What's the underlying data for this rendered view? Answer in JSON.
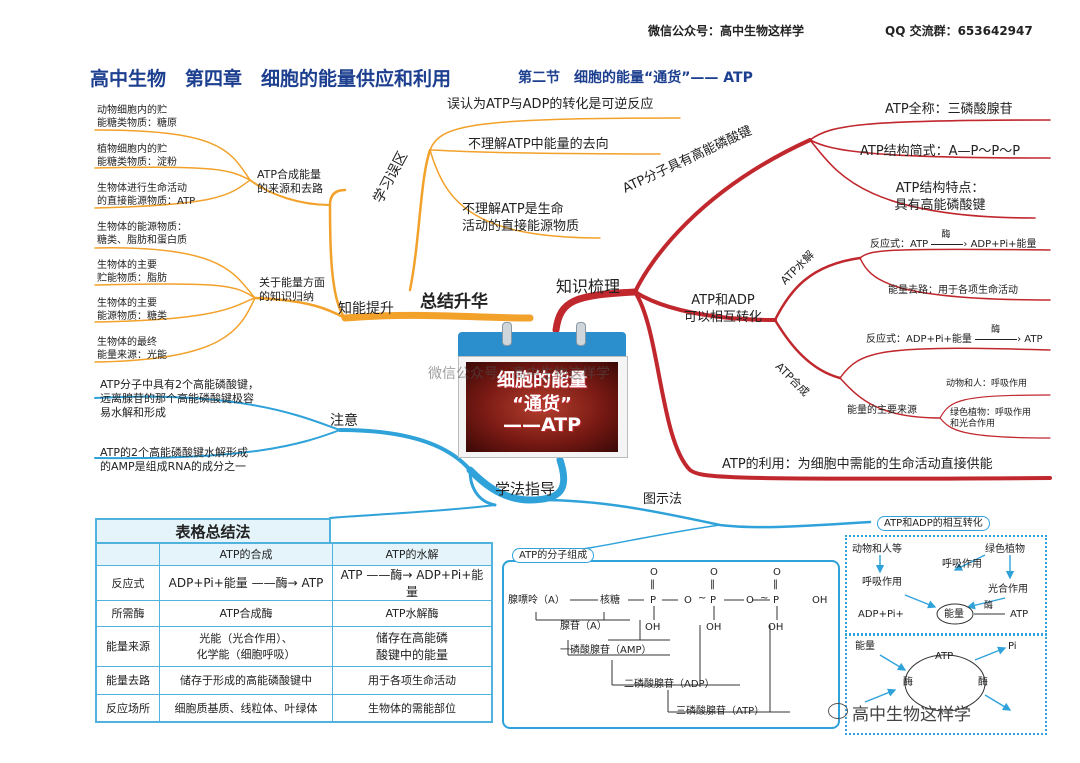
{
  "header": {
    "wechat": "微信公众号：高中生物这样学",
    "qq": "QQ 交流群：653642947",
    "title_main": "高中生物　第四章　细胞的能量供应和利用",
    "title_section": "第二节　细胞的能量“通货”—— ATP"
  },
  "center": {
    "line1": "细胞的能量",
    "line2": "“通货”",
    "line3": "——ATP",
    "watermark": "微信公众号：高中生物这样学"
  },
  "branches": {
    "summary": "总结升华",
    "knowledge": "知识梳理",
    "method": "学法指导",
    "ability": "知能提升",
    "mistakes": "学习误区",
    "notice": "注意",
    "diagram": "图示法"
  },
  "mistakes": [
    "误认为ATP与ADP的转化是可逆反应",
    "不理解ATP中能量的去向",
    "不理解ATP是生命",
    "活动的直接能源物质"
  ],
  "ability": {
    "sub1": [
      "ATP合成能量",
      "的来源和去路"
    ],
    "sub2": [
      "关于能量方面",
      "的知识归纳"
    ],
    "leaves": [
      [
        "动物细胞内的贮",
        "能糖类物质：糖原"
      ],
      [
        "植物细胞内的贮",
        "能糖类物质：淀粉"
      ],
      [
        "生物体进行生命活动",
        "的直接能源物质：ATP"
      ],
      [
        "生物体的能源物质：",
        "糖类、脂肪和蛋白质"
      ],
      [
        "生物体的主要",
        "贮能物质：脂肪"
      ],
      [
        "生物体的主要",
        "能源物质：糖类"
      ],
      [
        "生物体的最终",
        "能量来源：光能"
      ]
    ]
  },
  "notice": [
    [
      "ATP分子中具有2个高能磷酸键，",
      "远离腺苷的那个高能磷酸键极容",
      "易水解和形成"
    ],
    [
      "ATP的2个高能磷酸键水解形成",
      "的AMP是组成RNA的成分之一"
    ]
  ],
  "knowledge": {
    "atp_bond": "ATP分子具有高能磷酸键",
    "full_name": "ATP全称：三磷酸腺苷",
    "formula": "ATP结构简式：A—P～P～P",
    "feature": [
      "ATP结构特点：",
      "具有高能磷酸键"
    ],
    "convert": [
      "ATP和ADP",
      "可以相互转化"
    ],
    "hydrolysis": "ATP水解",
    "hydro_reaction_left": "反应式：ATP",
    "hydro_reaction_right": "ADP+Pi+能量",
    "enzyme": "酶",
    "hydro_energy": "能量去路：用于各项生命活动",
    "synthesis": "ATP合成",
    "synth_reaction_left": "反应式：ADP+Pi+能量",
    "synth_reaction_right": "ATP",
    "energy_source": "能量的主要来源",
    "source_animal": "动物和人：呼吸作用",
    "source_plant": [
      "绿色植物：呼吸作用",
      "和光合作用"
    ],
    "use": "ATP的利用：为细胞中需能的生命活动直接供能"
  },
  "table": {
    "title": "表格总结法",
    "headers": [
      "",
      "ATP的合成",
      "ATP的水解"
    ],
    "rows": [
      [
        "反应式",
        "ADP+Pi+能量 ——酶→ ATP",
        "ATP ——酶→ ADP+Pi+能量"
      ],
      [
        "所需酶",
        "ATP合成酶",
        "ATP水解酶"
      ],
      [
        "能量来源",
        "光能（光合作用）、\n化学能（细胞呼吸）",
        "储存在高能磷\n酸键中的能量"
      ],
      [
        "能量去路",
        "储存于形成的高能磷酸键中",
        "用于各项生命活动"
      ],
      [
        "反应场所",
        "细胞质基质、线粒体、叶绿体",
        "生物体的需能部位"
      ]
    ]
  },
  "molecule": {
    "title": "ATP的分子组成",
    "adenine": "腺嘌呤（A）",
    "ribose": "核糖",
    "p": "P",
    "o": "O",
    "oh": "OH",
    "tilde": "~",
    "dbl": "‖",
    "adenosine": "腺苷（A）",
    "amp": "一磷酸腺苷（AMP）",
    "adp": "二磷酸腺苷（ADP）",
    "atp": "三磷酸腺苷（ATP）"
  },
  "interconv": {
    "title": "ATP和ADP的相互转化",
    "animals": "动物和人等",
    "plants": "绿色植物",
    "resp1": "呼吸作用",
    "resp2": "呼吸作用",
    "photo": "光合作用",
    "adp_pi": "ADP+Pi+",
    "energy": "能量",
    "enzyme": "酶",
    "atp": "ATP",
    "energy2": "能量",
    "atp2": "ATP",
    "pi": "Pi",
    "enzyme_l": "酶",
    "enzyme_r": "酶",
    "watermark": "高中生物这样学"
  },
  "colors": {
    "orange": "#f2a12a",
    "red": "#c0282e",
    "blue": "#2fa2da",
    "title_blue": "#1d3f8f"
  }
}
